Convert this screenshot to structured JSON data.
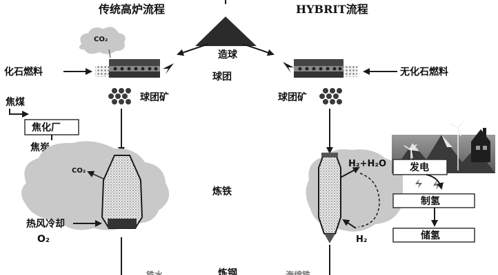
{
  "titles": {
    "left": "传统高炉流程",
    "right": "HYBRIT流程"
  },
  "center": {
    "pelletize": "造球",
    "pellet": "球团",
    "ironmaking": "炼铁",
    "steelmaking": "炼钢"
  },
  "left": {
    "fuel": "化石燃料",
    "co2_top": "CO₂",
    "pellet_ore": "球团矿",
    "coking_coal": "焦煤",
    "coke_plant": "焦化厂",
    "coke": "焦炭",
    "co2_furnace": "CO₂",
    "hot_blast": "热风冷却",
    "o2": "O₂",
    "bottom_partial": "… 铁水"
  },
  "right": {
    "fuel": "无化石燃料",
    "pellet_ore": "球团矿",
    "h2_h2o": "H₂+H₂O",
    "h2": "H₂",
    "power": "发电",
    "hydrogen_production": "制氢",
    "hydrogen_storage": "储氢",
    "bottom_partial": "… 海绵铁"
  },
  "colors": {
    "ink": "#1a1a1a",
    "cloud": "#c9c9c9",
    "panel": "#6f6f6f",
    "box_border": "#333333"
  }
}
